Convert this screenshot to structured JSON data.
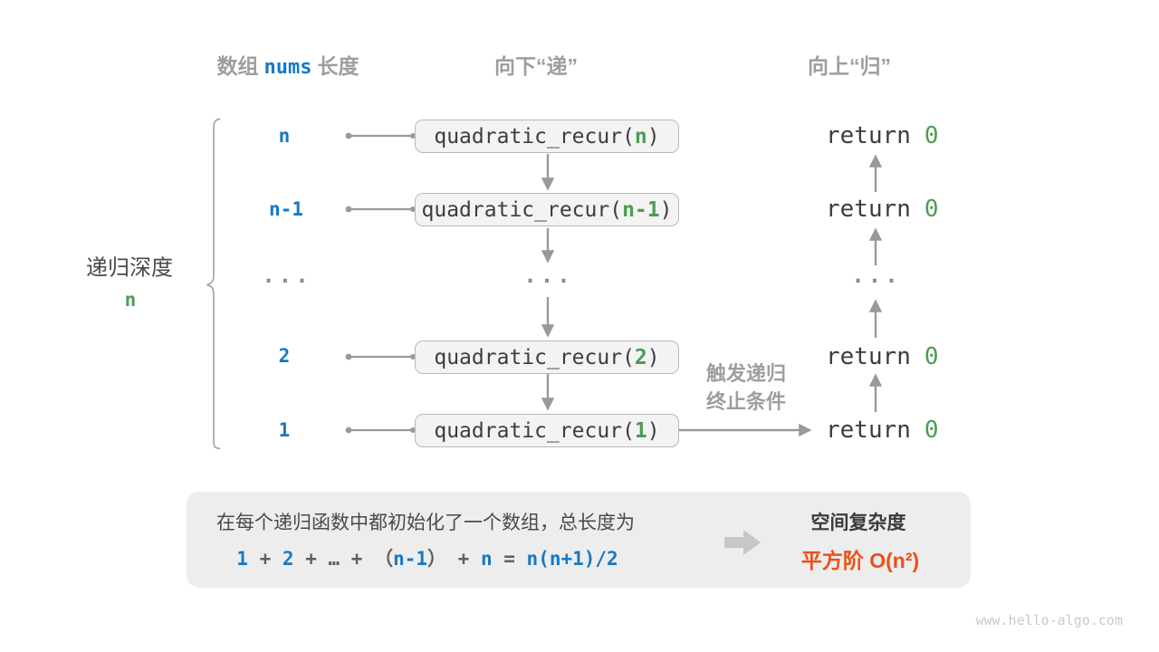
{
  "header": {
    "col_array_pre": "数组",
    "col_array_code": "nums",
    "col_array_post": "长度",
    "col_down": "向下“递”",
    "col_up": "向上“归”"
  },
  "depth_brace": {
    "label": "递归深度",
    "value": "n"
  },
  "call": {
    "prefix": "quadratic_recur(",
    "suffix": ")"
  },
  "ret": {
    "keyword": "return",
    "value": "0"
  },
  "rows": [
    {
      "depth": "n",
      "arg": "n"
    },
    {
      "depth": "n-1",
      "arg": "n-1"
    },
    {
      "depth": "...",
      "arg": "..."
    },
    {
      "depth": "2",
      "arg": "2"
    },
    {
      "depth": "1",
      "arg": "1"
    }
  ],
  "dots": "...",
  "trigger": {
    "line1": "触发递归",
    "line2": "终止条件"
  },
  "bottom": {
    "description": "在每个递归函数中都初始化了一个数组，总长度为",
    "formula": [
      {
        "t": "1"
      },
      {
        "t": " + "
      },
      {
        "t": "2"
      },
      {
        "t": " + "
      },
      {
        "t": "…"
      },
      {
        "t": " + "
      },
      {
        "t": "（"
      },
      {
        "t": "n-1"
      },
      {
        "t": "）"
      },
      {
        "t": " + "
      },
      {
        "t": "n"
      },
      {
        "t": " = "
      },
      {
        "t": "n(n+1)/2"
      }
    ],
    "complexity_title": "空间复杂度",
    "complexity_value": "平方阶 O(n²)"
  },
  "watermark": "www.hello-algo.com",
  "colors": {
    "accent_blue": "#1779c4",
    "accent_green": "#4e9b52",
    "accent_orange": "#ef4e17",
    "gray_text": "#9e9e9e",
    "code_text": "#3d3d3d",
    "line_gray": "#999999",
    "box_bg": "#f3f3f3",
    "box_border": "#b9b9b9",
    "panel_bg": "#ededed"
  }
}
